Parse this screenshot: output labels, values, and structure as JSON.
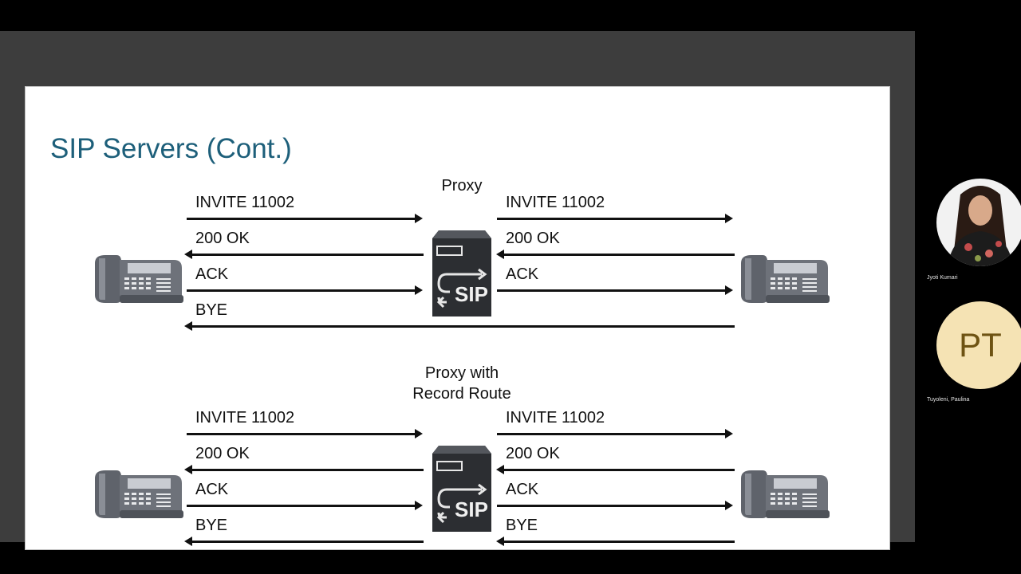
{
  "slide": {
    "title": "SIP Servers (Cont.)",
    "diagrams": [
      {
        "server_label": "Proxy",
        "server_icon_text": "SIP",
        "left_messages": [
          "INVITE 11002",
          "200 OK",
          "ACK",
          "BYE"
        ],
        "right_messages": [
          "INVITE 11002",
          "200 OK",
          "ACK"
        ]
      },
      {
        "server_label_line1": "Proxy with",
        "server_label_line2": "Record Route",
        "server_icon_text": "SIP",
        "left_messages": [
          "INVITE 11002",
          "200 OK",
          "ACK",
          "BYE"
        ],
        "right_messages": [
          "INVITE 11002",
          "200 OK",
          "ACK",
          "BYE"
        ]
      }
    ]
  },
  "participants": [
    {
      "name": "Jyoti Kumari",
      "avatar": "photo"
    },
    {
      "name": "Tuyoleni, Paulina",
      "initials": "PT",
      "avatar_color": "#f5e3b4"
    }
  ],
  "colors": {
    "title": "#1d5f7a",
    "screen_background": "#3d3d3d",
    "device_gray": "#6b6f77"
  }
}
